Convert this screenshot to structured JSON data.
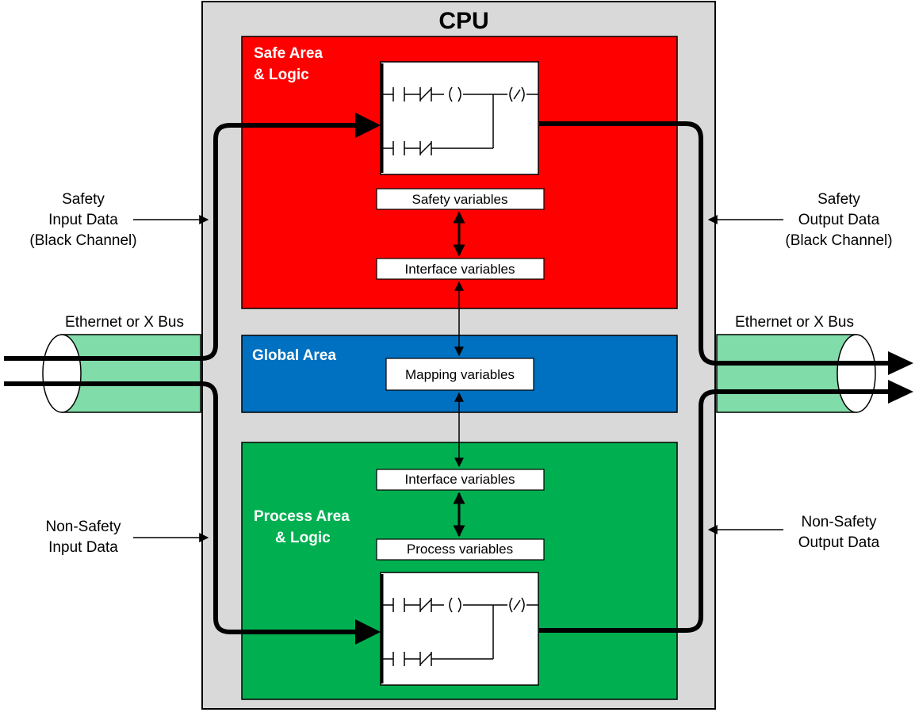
{
  "cpu": {
    "title": "CPU"
  },
  "safe_area": {
    "title_line1": "Safe Area",
    "title_line2": "& Logic",
    "safety_variables": "Safety variables",
    "interface_variables": "Interface variables"
  },
  "global_area": {
    "title": "Global Area",
    "mapping_variables": "Mapping variables"
  },
  "process_area": {
    "title_line1": "Process Area",
    "title_line2": "& Logic",
    "interface_variables": "Interface variables",
    "process_variables": "Process variables"
  },
  "left": {
    "safety_input_line1": "Safety",
    "safety_input_line2": "Input Data",
    "safety_input_line3": "(Black Channel)",
    "bus_label": "Ethernet or X Bus",
    "nonsafety_input_line1": "Non-Safety",
    "nonsafety_input_line2": "Input Data"
  },
  "right": {
    "safety_output_line1": "Safety",
    "safety_output_line2": "Output Data",
    "safety_output_line3": "(Black Channel)",
    "bus_label": "Ethernet or X Bus",
    "nonsafety_output_line1": "Non-Safety",
    "nonsafety_output_line2": "Output Data"
  },
  "colors": {
    "cpu_bg": "#d9d9d9",
    "safe_area": "#ff0000",
    "global_area": "#0070c0",
    "process_area": "#00b050",
    "cable": "#80dca8"
  }
}
